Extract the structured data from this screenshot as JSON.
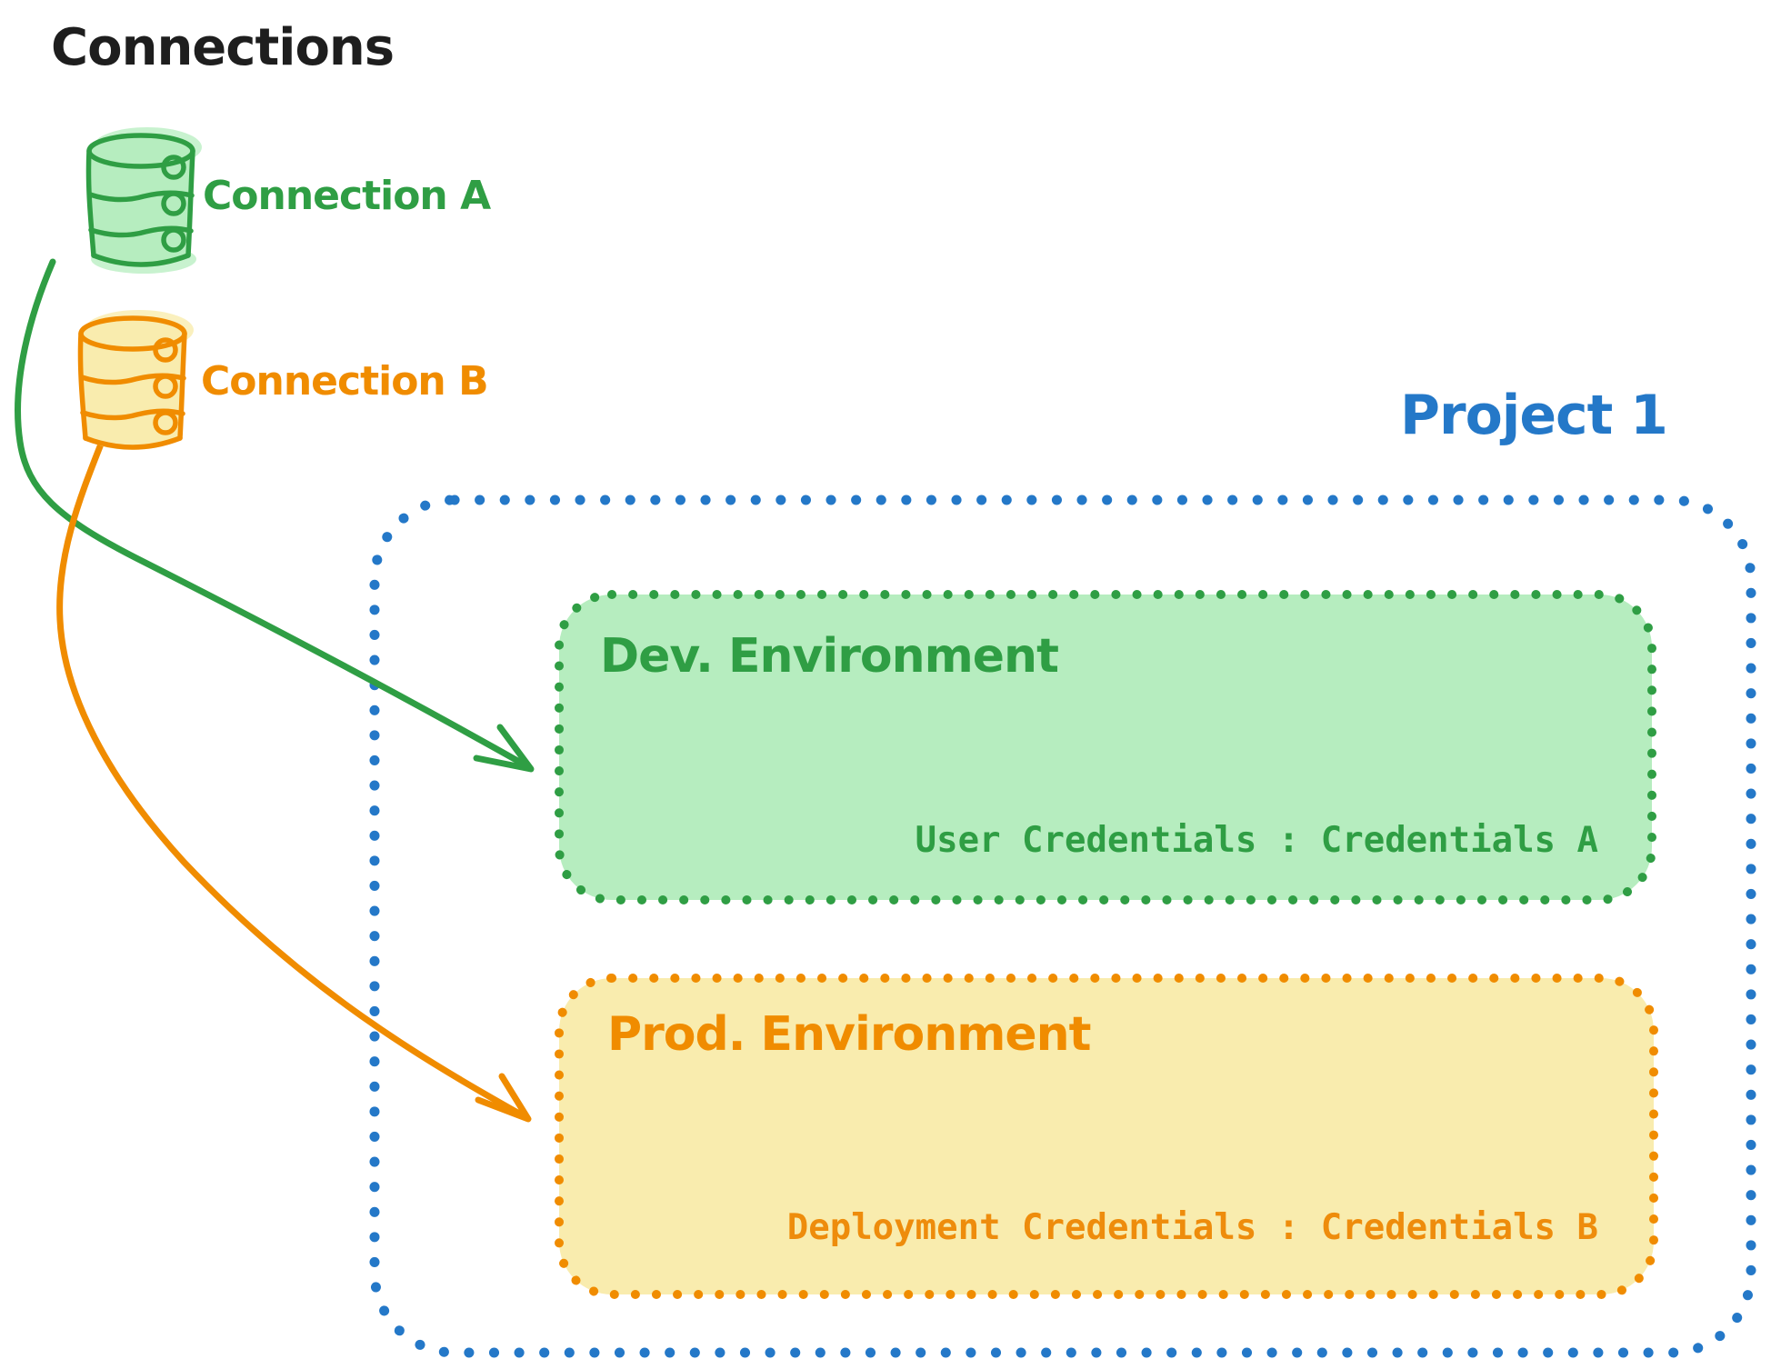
{
  "title": "Connections",
  "connections": [
    {
      "label": "Connection A",
      "icon": "database-icon",
      "color": "#2f9e44",
      "fill": "#b6edbf"
    },
    {
      "label": "Connection B",
      "icon": "database-icon",
      "color": "#f08c00",
      "fill": "#f9ecae"
    }
  ],
  "project": {
    "label": "Project 1",
    "border_color": "#2478c8",
    "border_style": "dotted",
    "environments": [
      {
        "name": "Dev. Environment",
        "credentials_label": "User Credentials : Credentials A",
        "color": "#2f9e44",
        "fill": "#b6edbf",
        "source_connection": "Connection A"
      },
      {
        "name": "Prod. Environment",
        "credentials_label": "Deployment Credentials : Credentials B",
        "color": "#f08c00",
        "fill": "#f9ecae",
        "source_connection": "Connection B"
      }
    ]
  },
  "colors": {
    "ink": "#1e1e1e",
    "green": "#2f9e44",
    "green_fill": "#b6edbf",
    "orange": "#f08c00",
    "orange_fill": "#f9ecae",
    "blue": "#2478c8"
  }
}
